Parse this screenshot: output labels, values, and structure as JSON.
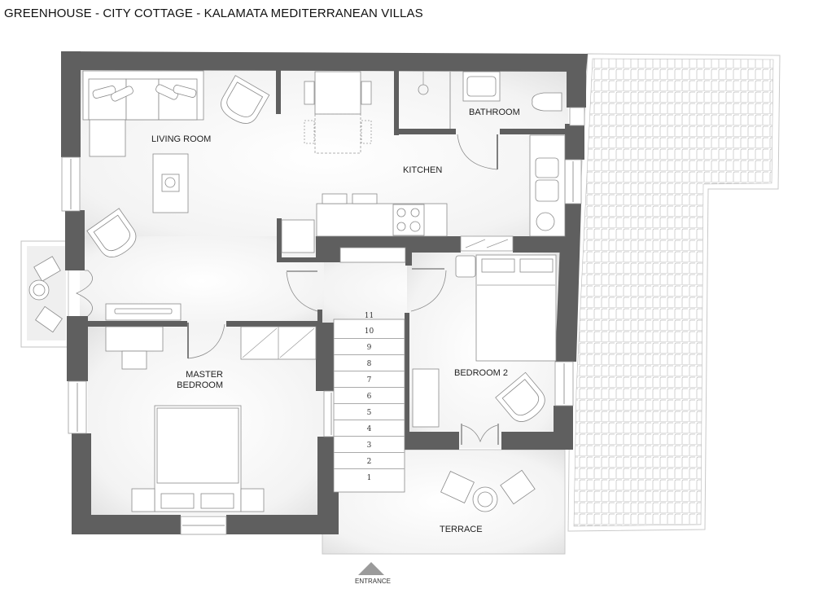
{
  "header": {
    "title": "GREENHOUSE - CITY COTTAGE - KALAMATA MEDITERRANEAN VILLAS"
  },
  "rooms": {
    "living_room": "LIVING ROOM",
    "kitchen": "KITCHEN",
    "bathroom": "BATHROOM",
    "master_bedroom_line1": "MASTER",
    "master_bedroom_line2": "BEDROOM",
    "bedroom_2": "BEDROOM 2",
    "terrace": "TERRACE"
  },
  "entrance": {
    "label": "ENTRANCE",
    "icon": "triangle-up-icon"
  },
  "staircase": {
    "steps": [
      "1",
      "2",
      "3",
      "4",
      "5",
      "6",
      "7",
      "8",
      "9",
      "10",
      "11"
    ]
  },
  "colors": {
    "wall": "#5f5f5f",
    "floor": "#f4f4f4",
    "paving": "#c8c8c8",
    "furniture": "#ffffff"
  }
}
